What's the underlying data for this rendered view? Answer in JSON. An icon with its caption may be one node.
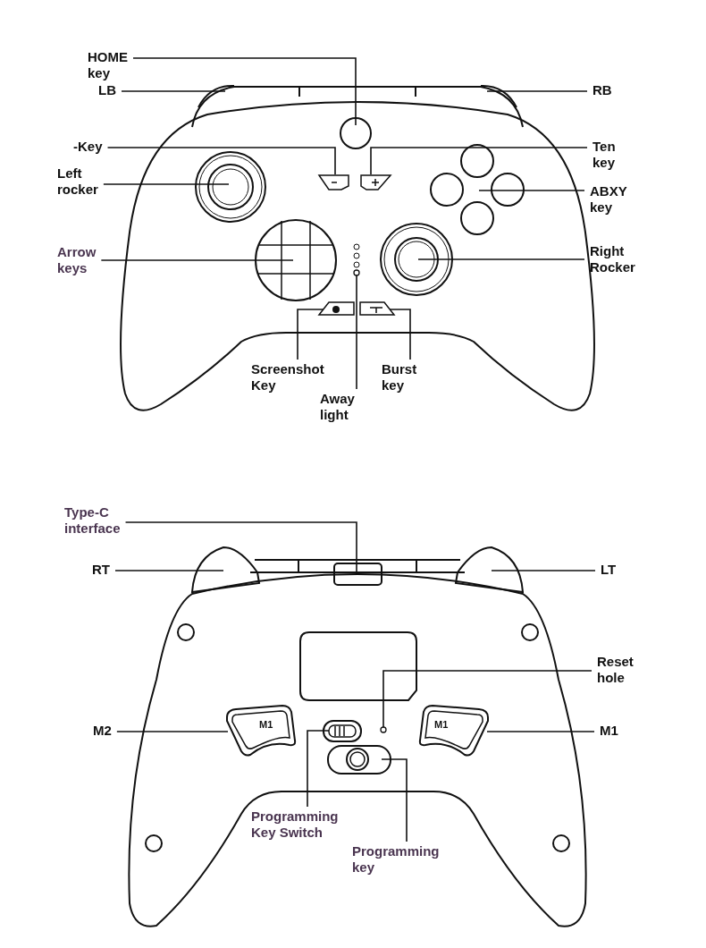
{
  "diagram": {
    "nodes": [
      {
        "text": [
          "HOME key"
        ]
      },
      {
        "text": [
          "LB"
        ]
      },
      {
        "text": [
          "RB"
        ]
      },
      {
        "text": [
          "-Key"
        ]
      },
      {
        "text": [
          "Ten key"
        ]
      },
      {
        "text": [
          "Left rocker"
        ]
      },
      {
        "text": [
          "ABXY key"
        ]
      },
      {
        "text": [
          "Arrow keys"
        ]
      },
      {
        "text": [
          "Right Rocker"
        ]
      },
      {
        "text": [
          "Screenshot Key"
        ]
      },
      {
        "text": [
          "Burst key"
        ]
      },
      {
        "text": [
          "Away light"
        ]
      },
      {
        "text": [
          "Type-C interface"
        ]
      },
      {
        "text": [
          "RT"
        ]
      },
      {
        "text": [
          "LT"
        ]
      },
      {
        "text": [
          "Reset hole"
        ]
      },
      {
        "text": [
          "M2"
        ]
      },
      {
        "text": [
          "M1"
        ]
      },
      {
        "text": [
          "Programming Key Switch"
        ]
      },
      {
        "text": [
          "Programming key"
        ]
      },
      {
        "text": [
          "M1"
        ]
      },
      {
        "text": [
          "M1"
        ]
      },
      {
        "text": [],
        "shape": "circle"
      },
      {
        "text": [],
        "shape": "circle"
      }
    ],
    "edges": [
      {
        "from": 0,
        "to": null,
        "arrow": "none"
      },
      {
        "from": 1,
        "to": null,
        "arrow": "none"
      },
      {
        "from": 2,
        "to": null,
        "arrow": "none"
      },
      {
        "from": 3,
        "to": null,
        "arrow": "none"
      },
      {
        "from": 4,
        "to": null,
        "arrow": "none"
      },
      {
        "from": 5,
        "to": null,
        "arrow": "none"
      },
      {
        "from": 6,
        "to": null,
        "arrow": "none"
      },
      {
        "from": 7,
        "to": null,
        "arrow": "none"
      },
      {
        "from": 8,
        "to": null,
        "arrow": "none"
      },
      {
        "from": 9,
        "to": null,
        "arrow": "none"
      },
      {
        "from": 10,
        "to": null,
        "arrow": "none"
      },
      {
        "from": 11,
        "to": 22,
        "arrow": "none"
      },
      {
        "from": 12,
        "to": null,
        "arrow": "none"
      },
      {
        "from": 13,
        "to": null,
        "arrow": "none"
      },
      {
        "from": 14,
        "to": null,
        "arrow": "none"
      },
      {
        "from": 15,
        "to": 23,
        "arrow": "none"
      },
      {
        "from": 16,
        "to": 20,
        "arrow": "none"
      },
      {
        "from": 17,
        "to": 21,
        "arrow": "none"
      },
      {
        "from": 18,
        "to": null,
        "arrow": "none"
      },
      {
        "from": 19,
        "to": null,
        "arrow": "none"
      }
    ]
  }
}
